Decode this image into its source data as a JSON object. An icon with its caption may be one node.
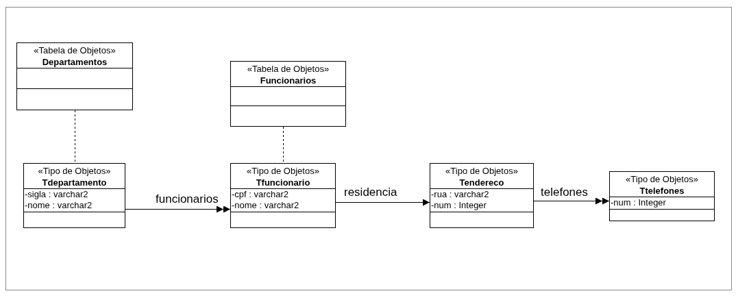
{
  "diagram": {
    "nodes": [
      {
        "text": [
          "«Tabela de Objetos»",
          "Departamentos"
        ]
      },
      {
        "text": [
          "«Tabela de Objetos»",
          "Funcionarios"
        ]
      },
      {
        "text": [
          "«Tipo de Objetos»",
          "Tdepartamento",
          "-sigla : varchar2",
          "-nome : varchar2"
        ]
      },
      {
        "text": [
          "«Tipo de Objetos»",
          "Tfuncionario",
          "-cpf : varchar2",
          "-nome : varchar2"
        ]
      },
      {
        "text": [
          "«Tipo de Objetos»",
          "Tendereco",
          "-rua : varchar2",
          "-num : Integer"
        ]
      },
      {
        "text": [
          "«Tipo de Objetos»",
          "Ttelefones",
          "-num  : Integer"
        ]
      }
    ],
    "edges": [
      {
        "from": 2,
        "to": 3,
        "arrow": "to",
        "label": "funcionarios"
      },
      {
        "from": 3,
        "to": 4,
        "arrow": "to",
        "label": "residencia"
      },
      {
        "from": 4,
        "to": 5,
        "arrow": "to",
        "label": "telefones"
      },
      {
        "from": 0,
        "to": 2,
        "arrow": "none",
        "style": "dashed"
      },
      {
        "from": 1,
        "to": 3,
        "arrow": "none",
        "style": "dashed"
      }
    ]
  }
}
